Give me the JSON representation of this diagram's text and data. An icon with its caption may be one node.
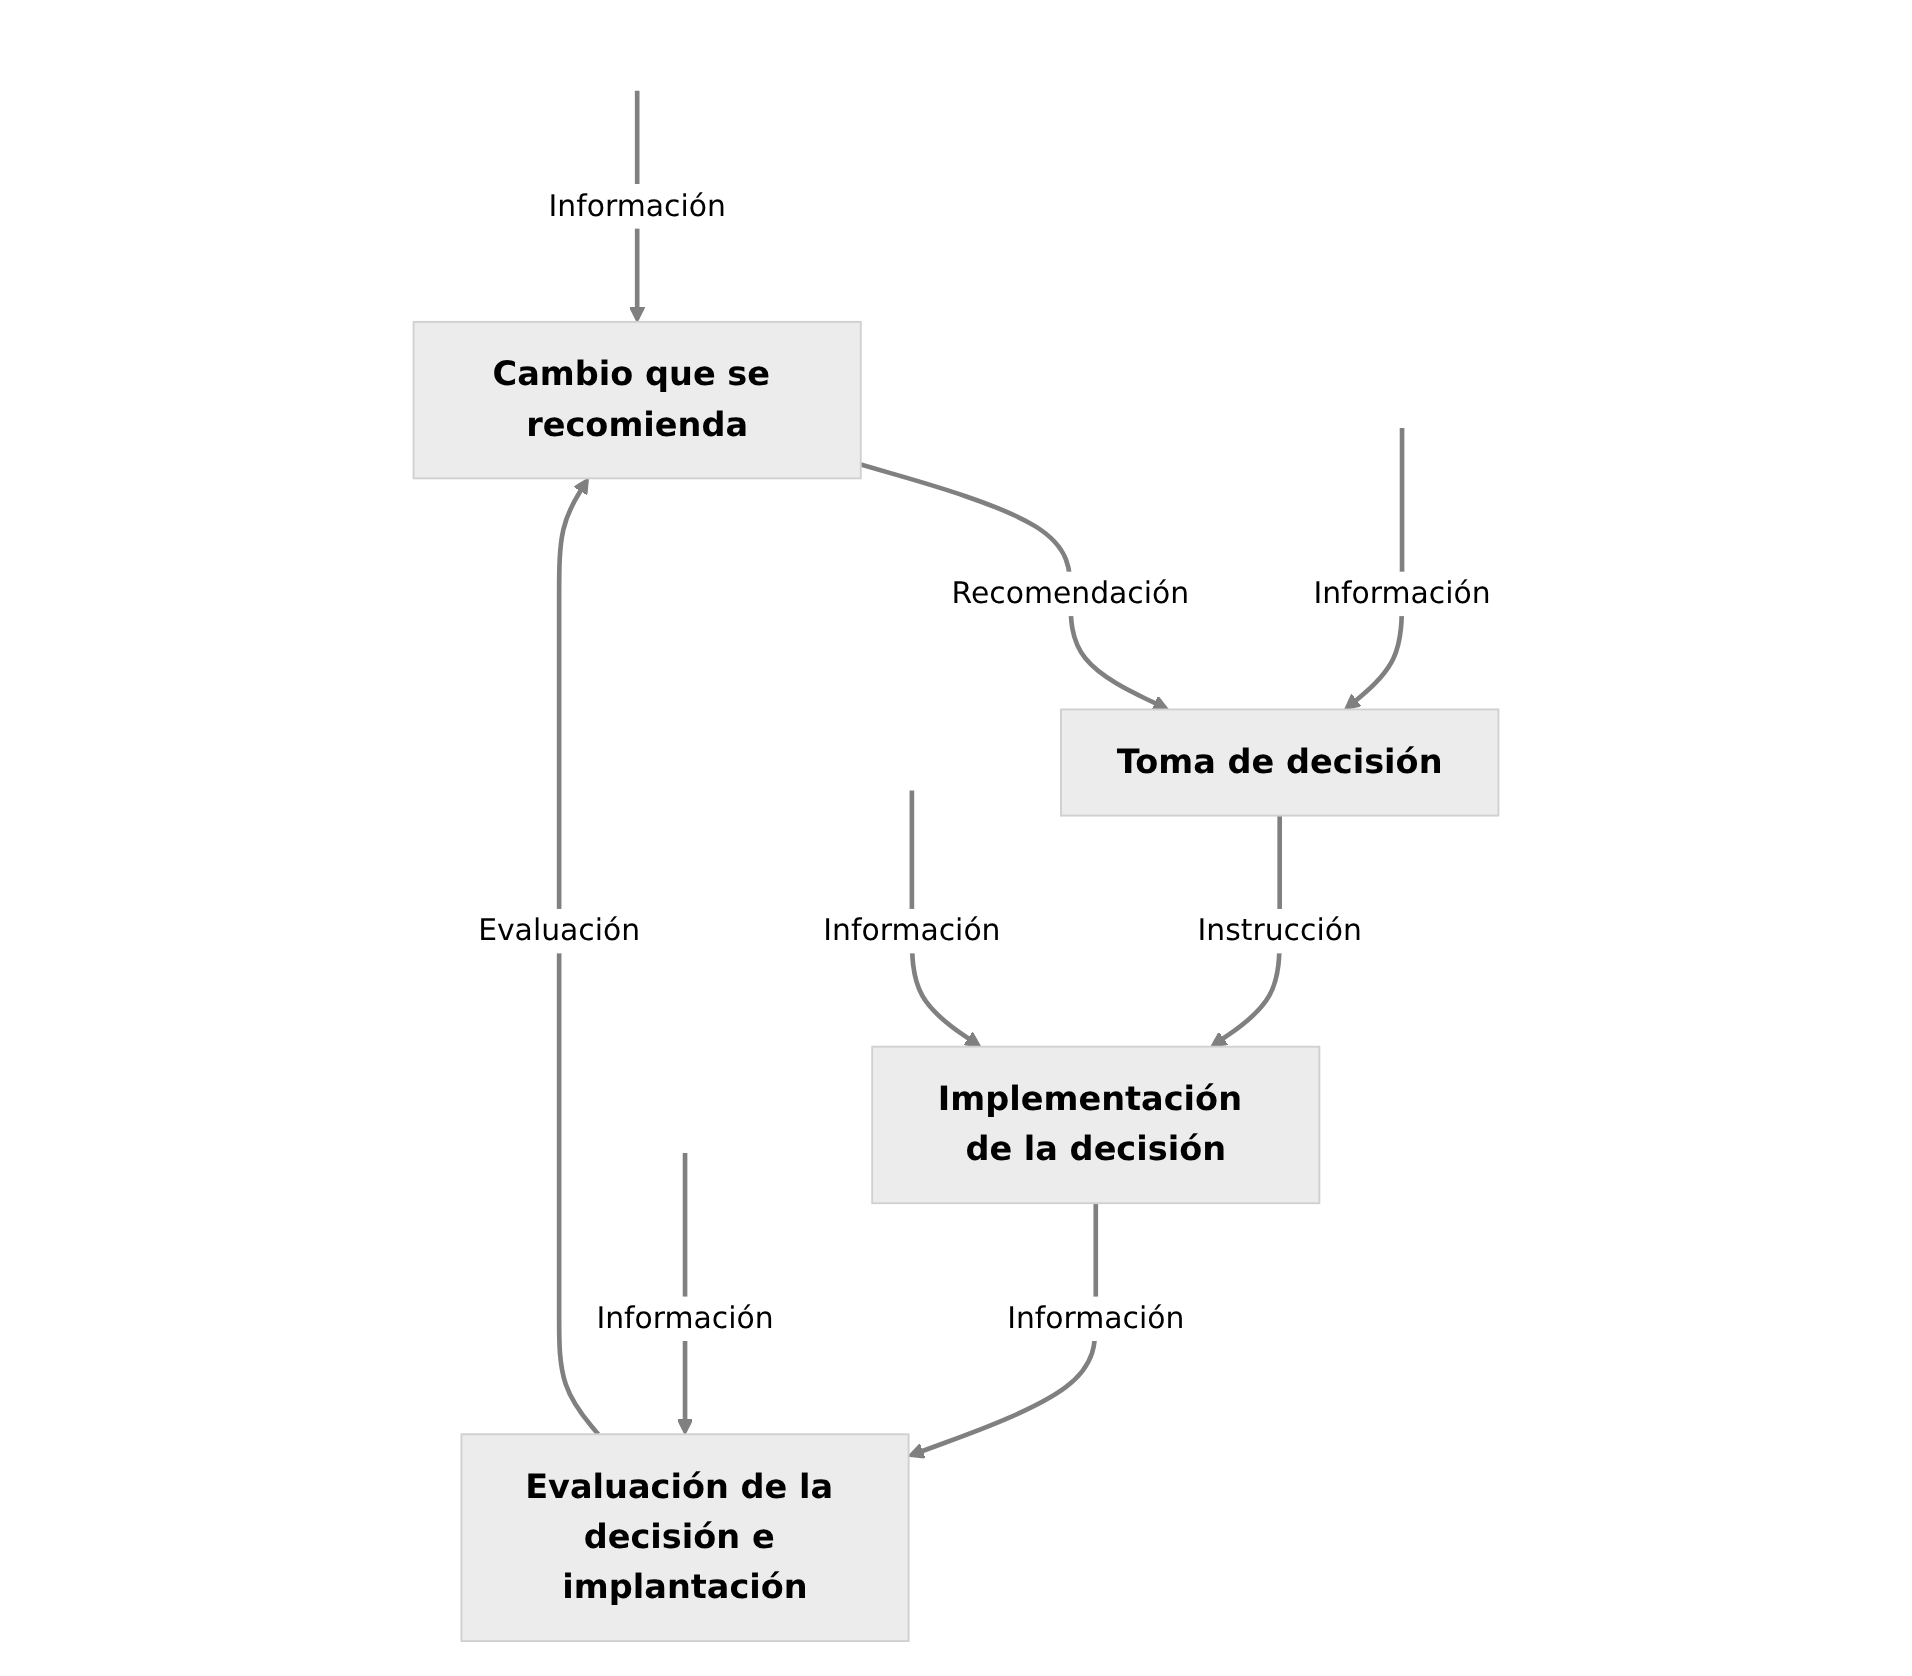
{
  "diagram": {
    "nodes": [
      {
        "text": [
          "Cambio que se recomienda"
        ]
      },
      {
        "text": [
          "Toma de decisión"
        ]
      },
      {
        "text": [
          "Implementación de la decisión"
        ]
      },
      {
        "text": [
          "Evaluación de la decisión e implantación"
        ]
      }
    ],
    "edges": [
      {
        "from": null,
        "to": 0,
        "arrow": "to",
        "label": "Información"
      },
      {
        "from": 0,
        "to": 1,
        "arrow": "to",
        "label": "Recomendación"
      },
      {
        "from": null,
        "to": 1,
        "arrow": "to",
        "label": "Información"
      },
      {
        "from": 1,
        "to": 2,
        "arrow": "to",
        "label": "Instrucción"
      },
      {
        "from": null,
        "to": 2,
        "arrow": "to",
        "label": "Información"
      },
      {
        "from": 2,
        "to": 3,
        "arrow": "to",
        "label": "Información"
      },
      {
        "from": null,
        "to": 3,
        "arrow": "to",
        "label": "Información"
      },
      {
        "from": 3,
        "to": 0,
        "arrow": "to",
        "label": "Evaluación"
      }
    ]
  }
}
